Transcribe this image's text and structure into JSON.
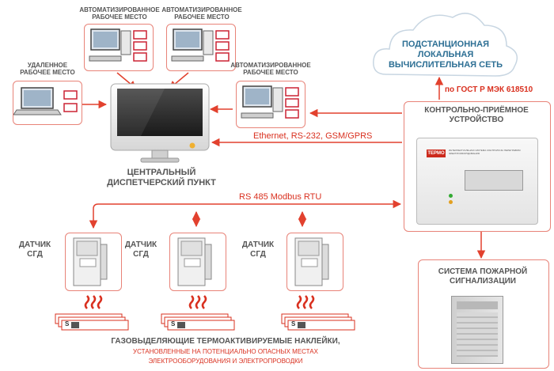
{
  "diagram": {
    "workstations": {
      "arm_1": "АВТОМАТИЗИРОВАННОЕ\nРАБОЧЕЕ МЕСТО",
      "arm_2": "АВТОМАТИЗИРОВАННОЕ\nРАБОЧЕЕ МЕСТО",
      "arm_3": "АВТОМАТИЗИРОВАННОЕ\nРАБОЧЕЕ МЕСТО",
      "remote": "УДАЛЕННОЕ\nРАБОЧЕЕ МЕСТО"
    },
    "cloud": "ПОДСТАНЦИОННАЯ\nЛОКАЛЬНАЯ\nВЫЧИСЛИТЕЛЬНАЯ СЕТЬ",
    "gost_label": "по ГОСТ Р МЭК 618510",
    "control_unit": {
      "title": "КОНТРОЛЬНО-ПРИЁМНОЕ\nУСТРОЙСТВО",
      "brand": "ТЕРМО",
      "panel_text": "ИНТЕЛЛЕКТУАЛЬНАЯ СИСТЕМА КОНТРОЛЯ ЗА ПЕРЕГРЕВОМ ЭЛЕКТРООБОРУДОВАНИЯ"
    },
    "ethernet_label": "Ethernet, RS-232, GSM/GPRS",
    "central_station": "ЦЕНТРАЛЬНЫЙ\nДИСПЕТЧЕРСКИЙ ПУНКТ",
    "bus_label": "RS 485 Modbus RTU",
    "sensors": [
      {
        "label": "ДАТЧИК\nСГД"
      },
      {
        "label": "ДАТЧИК\nСГД"
      },
      {
        "label": "ДАТЧИК\nСГД"
      }
    ],
    "fire_system": "СИСТЕМА ПОЖАРНОЙ\nСИГНАЛИЗАЦИИ",
    "stickers": {
      "title": "ГАЗОВЫДЕЛЯЮЩИЕ ТЕРМОАКТИВИРУЕМЫЕ НАКЛЕЙКИ,",
      "subtitle_1": "УСТАНОВЛЕННЫЕ НА ПОТЕНЦИАЛЬНО ОПАСНЫХ МЕСТАХ",
      "subtitle_2": "ЭЛЕКТРООБОРУДОВАНИЯ И ЭЛЕКТРОПРОВОДКИ",
      "mark": "S"
    },
    "colors": {
      "accent": "#e2412e",
      "frame": "#e88378",
      "cloud_text": "#2d6f94",
      "label": "#555555"
    }
  }
}
